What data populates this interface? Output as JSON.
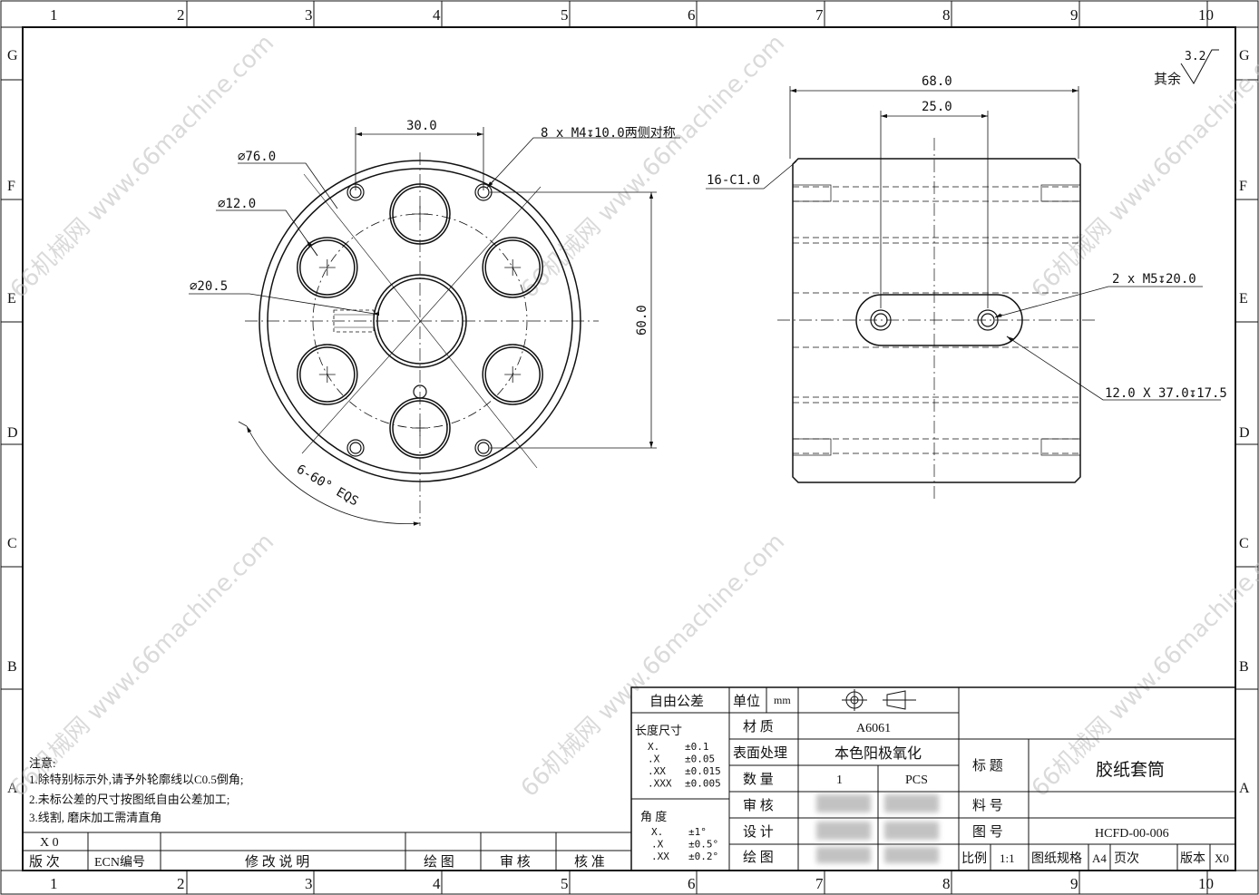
{
  "frame": {
    "col_numbers": [
      "1",
      "2",
      "3",
      "4",
      "5",
      "6",
      "7",
      "8",
      "9",
      "10"
    ],
    "row_letters": [
      "G",
      "F",
      "E",
      "D",
      "C",
      "B",
      "A"
    ]
  },
  "watermark": {
    "text": "66机械网 www.66machine.com"
  },
  "front_view": {
    "dim_outer": "∅76.0",
    "dim_small_hole": "∅12.0",
    "dim_bore": "∅20.5",
    "dim_width": "30.0",
    "dim_height": "60.0",
    "thread_note": "8 x  M4↧10.0两侧对称",
    "angle_note": "6-60° EQS"
  },
  "side_view": {
    "dim_overall": "68.0",
    "dim_slot_spacing": "25.0",
    "chamfer_note": "16-C1.0",
    "thread_note": "2 x  M5↧20.0",
    "slot_note": "12.0 X 37.0↧17.5"
  },
  "surface_finish": {
    "value": "3.2",
    "label": "其余"
  },
  "notes": {
    "title": "注意:",
    "items": [
      "1.除特别标示外,请予外轮廓线以C0.5倒角;",
      "2.未标公差的尺寸按图纸自由公差加工;",
      "3.线割, 磨床加工需清直角"
    ]
  },
  "revision_block": {
    "current_rev": "X 0",
    "headers": [
      "版  次",
      "ECN编号",
      "修 改 说 明",
      "绘  图",
      "审  核",
      "核  准"
    ]
  },
  "title_block": {
    "free_tol_label": "自由公差",
    "length_label": "长度尺寸",
    "length_rows": [
      {
        "fmt": "X.",
        "tol": "±0.1"
      },
      {
        "fmt": ".X",
        "tol": "±0.05"
      },
      {
        "fmt": ".XX",
        "tol": "±0.015"
      },
      {
        "fmt": ".XXX",
        "tol": "±0.005"
      }
    ],
    "angle_label": "角  度",
    "angle_rows": [
      {
        "fmt": "X.",
        "tol": "±1°"
      },
      {
        "fmt": ".X",
        "tol": "±0.5°"
      },
      {
        "fmt": ".XX",
        "tol": "±0.2°"
      }
    ],
    "unit_label": "单位",
    "unit_value": "mm",
    "material_label": "材  质",
    "material_value": "A6061",
    "surface_label": "表面处理",
    "surface_value": "本色阳极氧化",
    "qty_label": "数  量",
    "qty_value": "1",
    "qty_unit": "PCS",
    "review_label": "审  核",
    "design_label": "设  计",
    "draw_label": "绘  图",
    "title_label": "标  题",
    "title_value": "胶纸套筒",
    "part_no_label": "料  号",
    "part_no_value": "",
    "drawing_no_label": "图  号",
    "drawing_no_value": "HCFD-00-006",
    "scale_label": "比例",
    "scale_value": "1:1",
    "sheet_size_label": "图纸规格",
    "sheet_size_value": "A4",
    "page_label": "页次",
    "page_value": "",
    "version_label": "版本",
    "version_value": "X0"
  }
}
